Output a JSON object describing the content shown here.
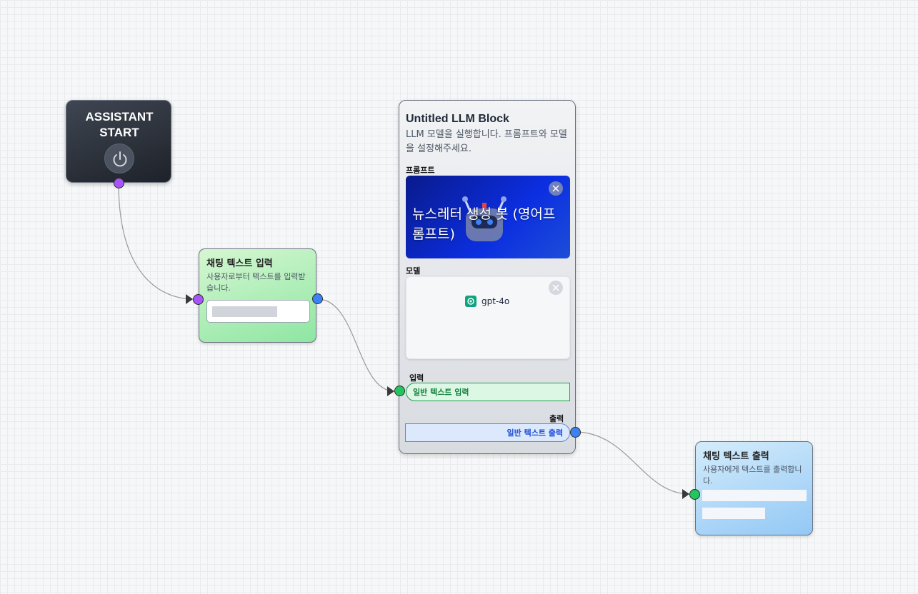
{
  "start_node": {
    "title": "ASSISTANT START",
    "icon": "power-icon"
  },
  "chat_input_node": {
    "title": "채팅 텍스트 입력",
    "description": "사용자로부터 텍스트를 입력받습니다."
  },
  "llm_block": {
    "title": "Untitled LLM Block",
    "description": "LLM 모델을 실행합니다. 프롬프트와 모델을 설정해주세요.",
    "prompt_label": "프롬프트",
    "prompt_name": "뉴스레터 생성 봇 (영어프롬프트)",
    "model_label": "모델",
    "model_name": "gpt-4o",
    "input_label": "입력",
    "input_field": "일반 텍스트 입력",
    "output_label": "출력",
    "output_field": "일반 텍스트 출력"
  },
  "chat_output_node": {
    "title": "채팅 텍스트 출력",
    "description": "사용자에게 텍스트를 출력합니다."
  },
  "colors": {
    "port_purple": "#a855f7",
    "port_blue": "#3b82f6",
    "port_green": "#22c55e",
    "chat_input_bg": "#8ee6a2",
    "chat_output_bg": "#93c8f5",
    "prompt_card_bg": "#0b2ee0"
  }
}
